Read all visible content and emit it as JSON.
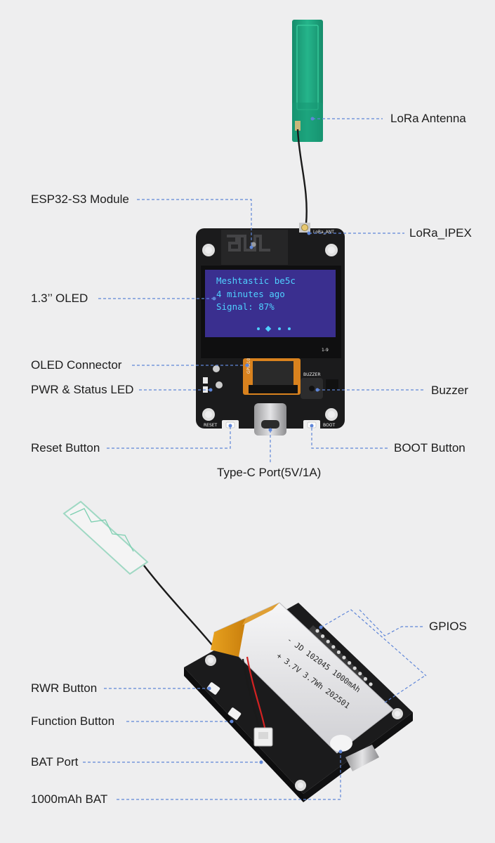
{
  "colors": {
    "background": "#eeeeef",
    "leader": "#5f86d8",
    "pcb": "#1a1a1a",
    "oled_screen": "#3a2f8f",
    "oled_text": "#4fd0ff",
    "antenna": "#1fa37e",
    "flex_cable": "#d9821e",
    "battery": "#e9e9eb"
  },
  "top_labels": {
    "lora_antenna": "LoRa Antenna",
    "esp32_module": "ESP32-S3 Module",
    "lora_ipex": "LoRa_IPEX",
    "oled": "1.3’’ OLED",
    "oled_connector": "OLED Connector",
    "pwr_status_led": "PWR & Status LED",
    "buzzer": "Buzzer",
    "reset_button": "Reset Button",
    "boot_button": "BOOT Button",
    "typec_port": "Type-C Port(5V/1A)"
  },
  "oled_screen": {
    "line1": "Meshtastic be5c",
    "line2": "4 minutes ago",
    "line3": "Signal: 87%"
  },
  "silkscreen": {
    "lora_ant": "LoRa_ANT",
    "buzzer": "BUZZER",
    "reset": "RESET",
    "boot": "BOOT",
    "gpio10": "GPIO10",
    "pin19": "1-9"
  },
  "bottom_labels": {
    "gpios": "GPIOS",
    "rwr_button": "RWR Button",
    "function_button": "Function Button",
    "bat_port": "BAT Port",
    "bat_1000": "1000mAh BAT"
  },
  "battery_print": {
    "line1": "- JD 102045 1000mAh",
    "line2": "+ 3.7V 3.7Wh 202501"
  }
}
